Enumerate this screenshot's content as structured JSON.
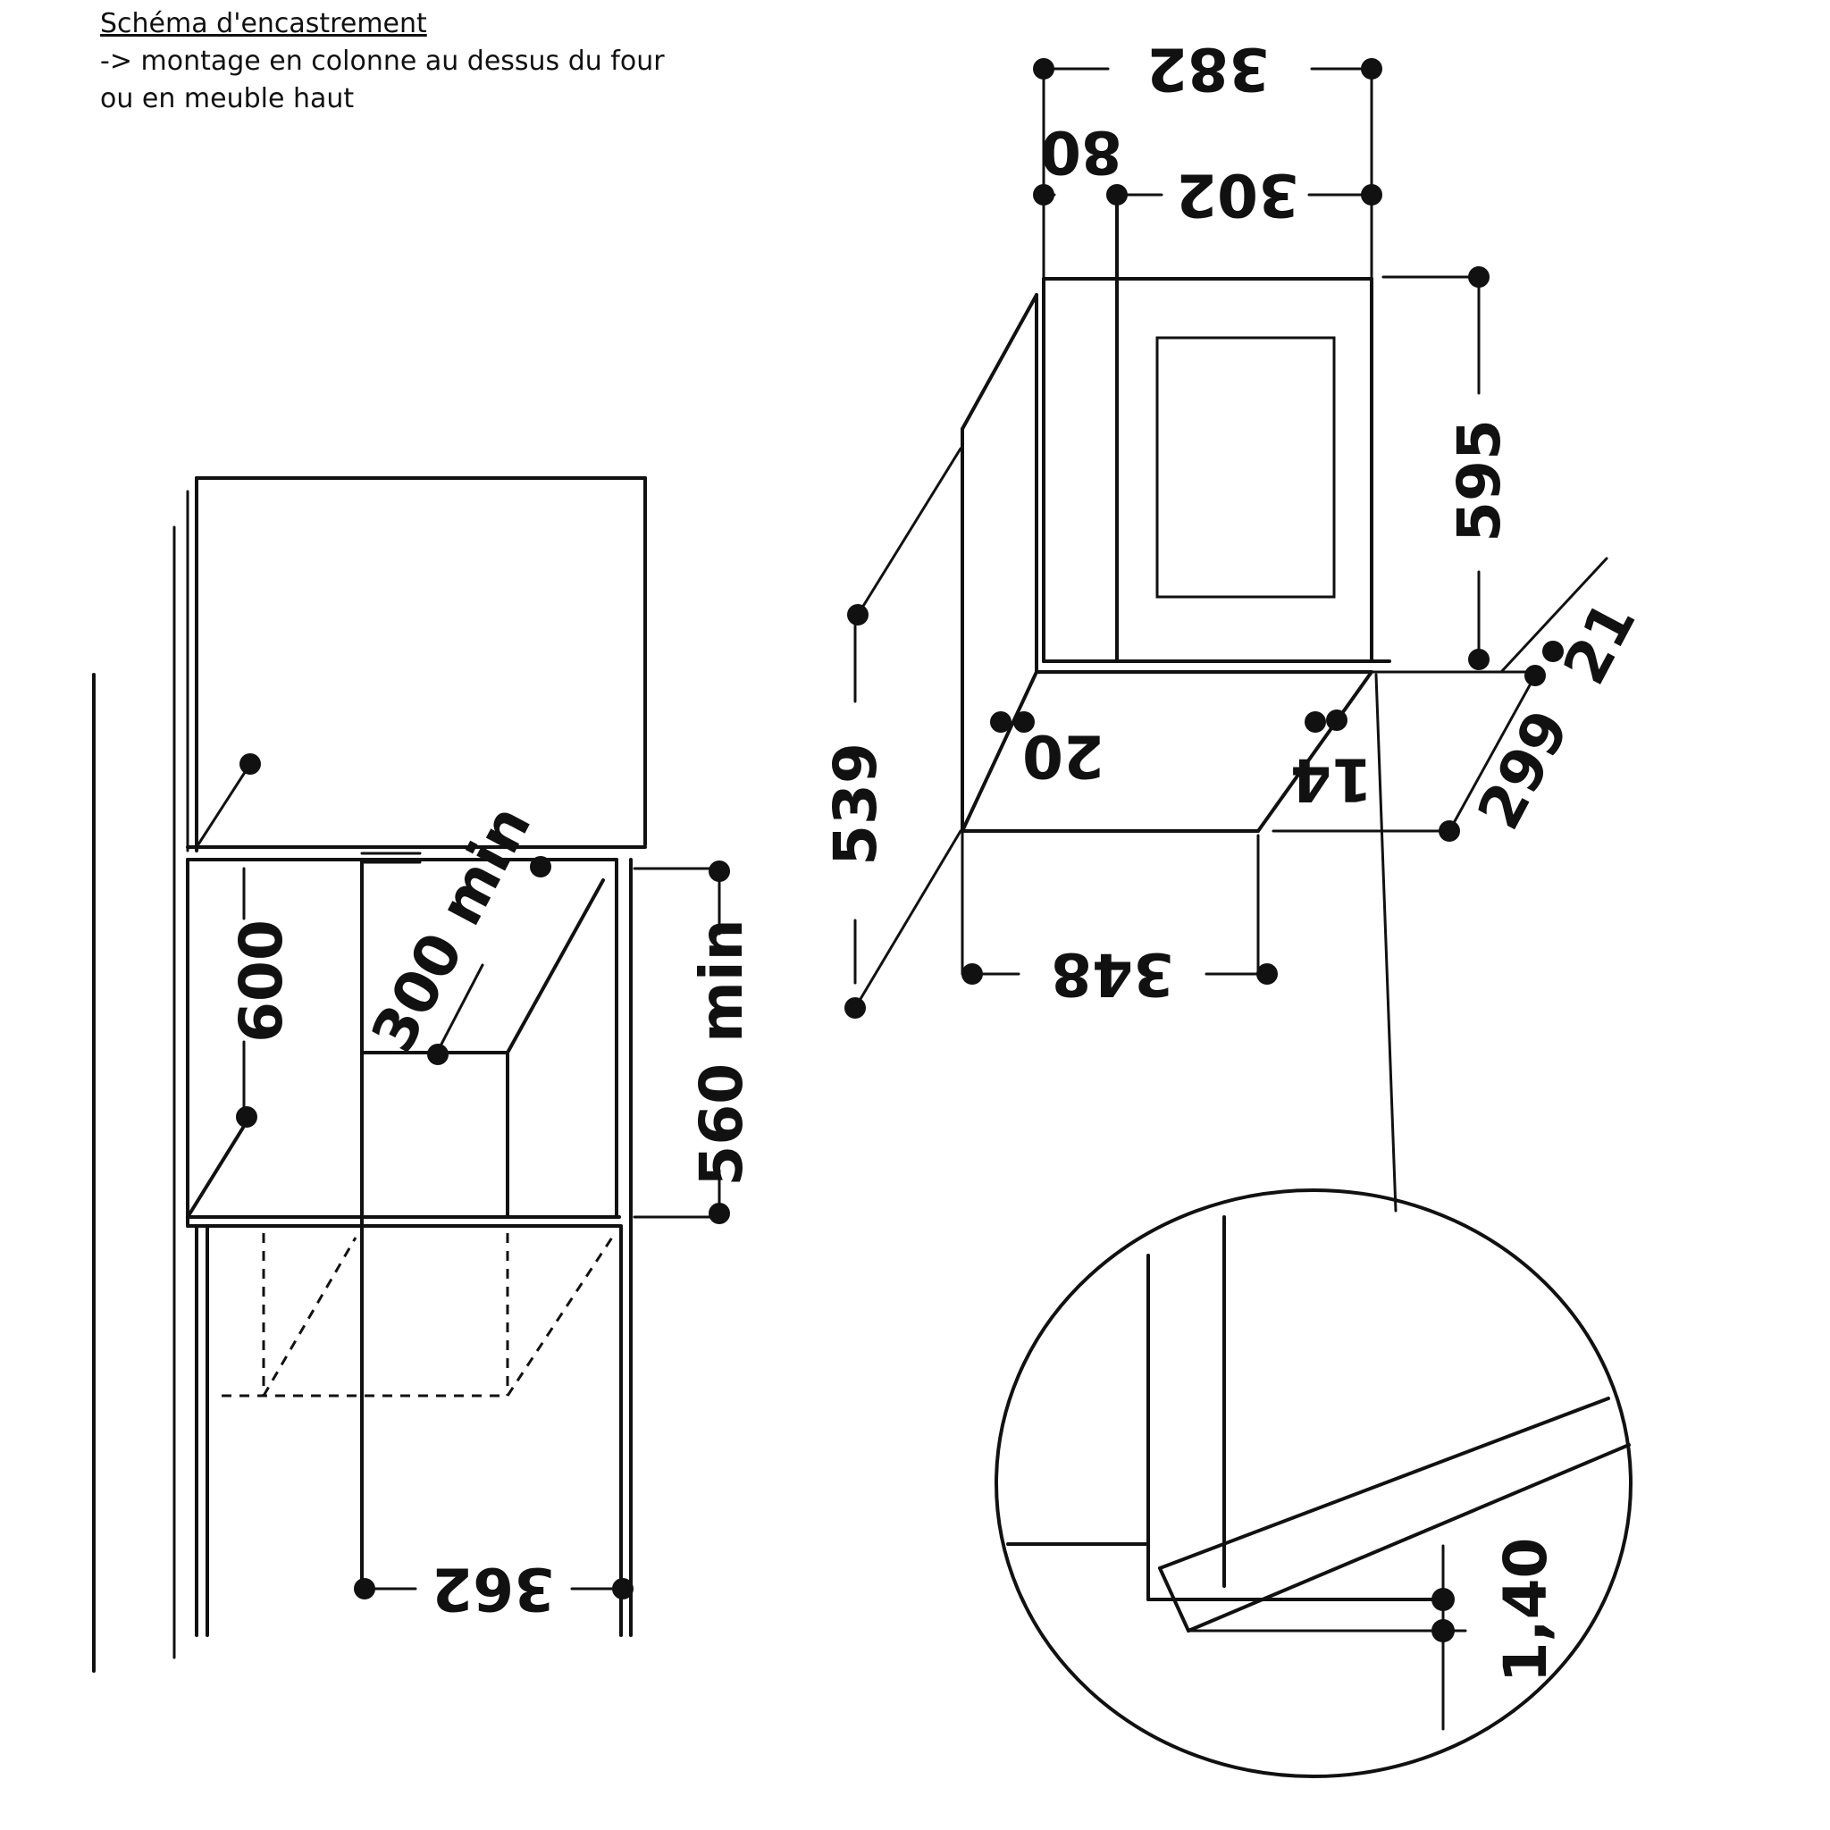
{
  "header": {
    "title": "Schéma d'encastrement",
    "line1": "-> montage en colonne au dessus du four",
    "line2": "ou en meuble haut"
  },
  "dimensions": {
    "d600": "600",
    "d300min": "300 min",
    "d560min": "560 min",
    "d362": "362",
    "d382": "382",
    "d80": "80",
    "d302": "302",
    "d595": "595",
    "d21": "21",
    "d20": "20",
    "d14": "14",
    "d299": "299",
    "d539": "539",
    "d348": "348",
    "d140": "1,40"
  }
}
